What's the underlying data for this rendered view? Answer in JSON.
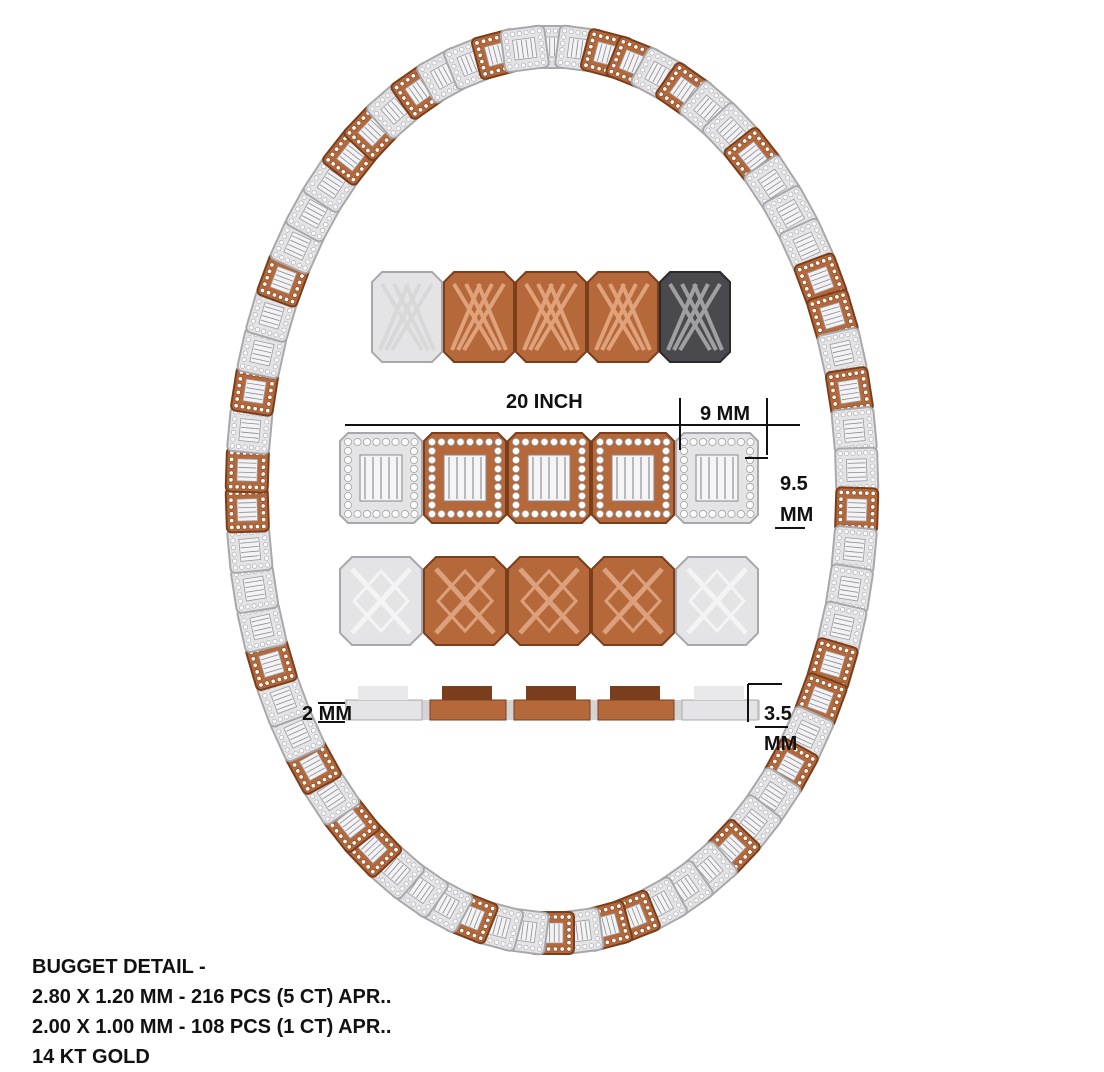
{
  "design": {
    "metals": {
      "white": "#e4e4e6",
      "white_edge": "#a8a8ac",
      "rose": "#b5693a",
      "rose_dark": "#7a3e1c",
      "gunmetal": "#4a4a4e"
    },
    "necklace": {
      "link_count": 70,
      "pattern": [
        "white",
        "white",
        "rose",
        "rose",
        "white",
        "rose",
        "white",
        "white",
        "rose",
        "white"
      ]
    },
    "views": [
      {
        "name": "back-view",
        "links": [
          "white",
          "rose",
          "rose",
          "rose",
          "gunmetal"
        ]
      },
      {
        "name": "front-view",
        "links": [
          "white",
          "rose",
          "rose",
          "rose",
          "white"
        ]
      },
      {
        "name": "back-gallery-view",
        "links": [
          "white",
          "rose",
          "rose",
          "rose",
          "white"
        ]
      },
      {
        "name": "side-view",
        "links": [
          "white",
          "rose",
          "rose",
          "rose",
          "white"
        ]
      }
    ]
  },
  "labels": {
    "length": "20 INCH",
    "width": "9 MM",
    "height_value": "9.5",
    "height_unit": "MM",
    "thickness_left": "2 MM",
    "thickness_right_value": "3.5",
    "thickness_right_unit": "MM"
  },
  "budget": {
    "title": "BUGGET DETAIL -",
    "lines": [
      {
        "size": "2.80 X 1.20 MM - 216 PCS",
        "carat": "(5 CT)",
        "note": "APR.."
      },
      {
        "size": "2.00 X 1.00 MM - 108 PCS",
        "carat": "(1 CT)",
        "note": "APR.."
      }
    ],
    "metal": "14 KT GOLD"
  }
}
